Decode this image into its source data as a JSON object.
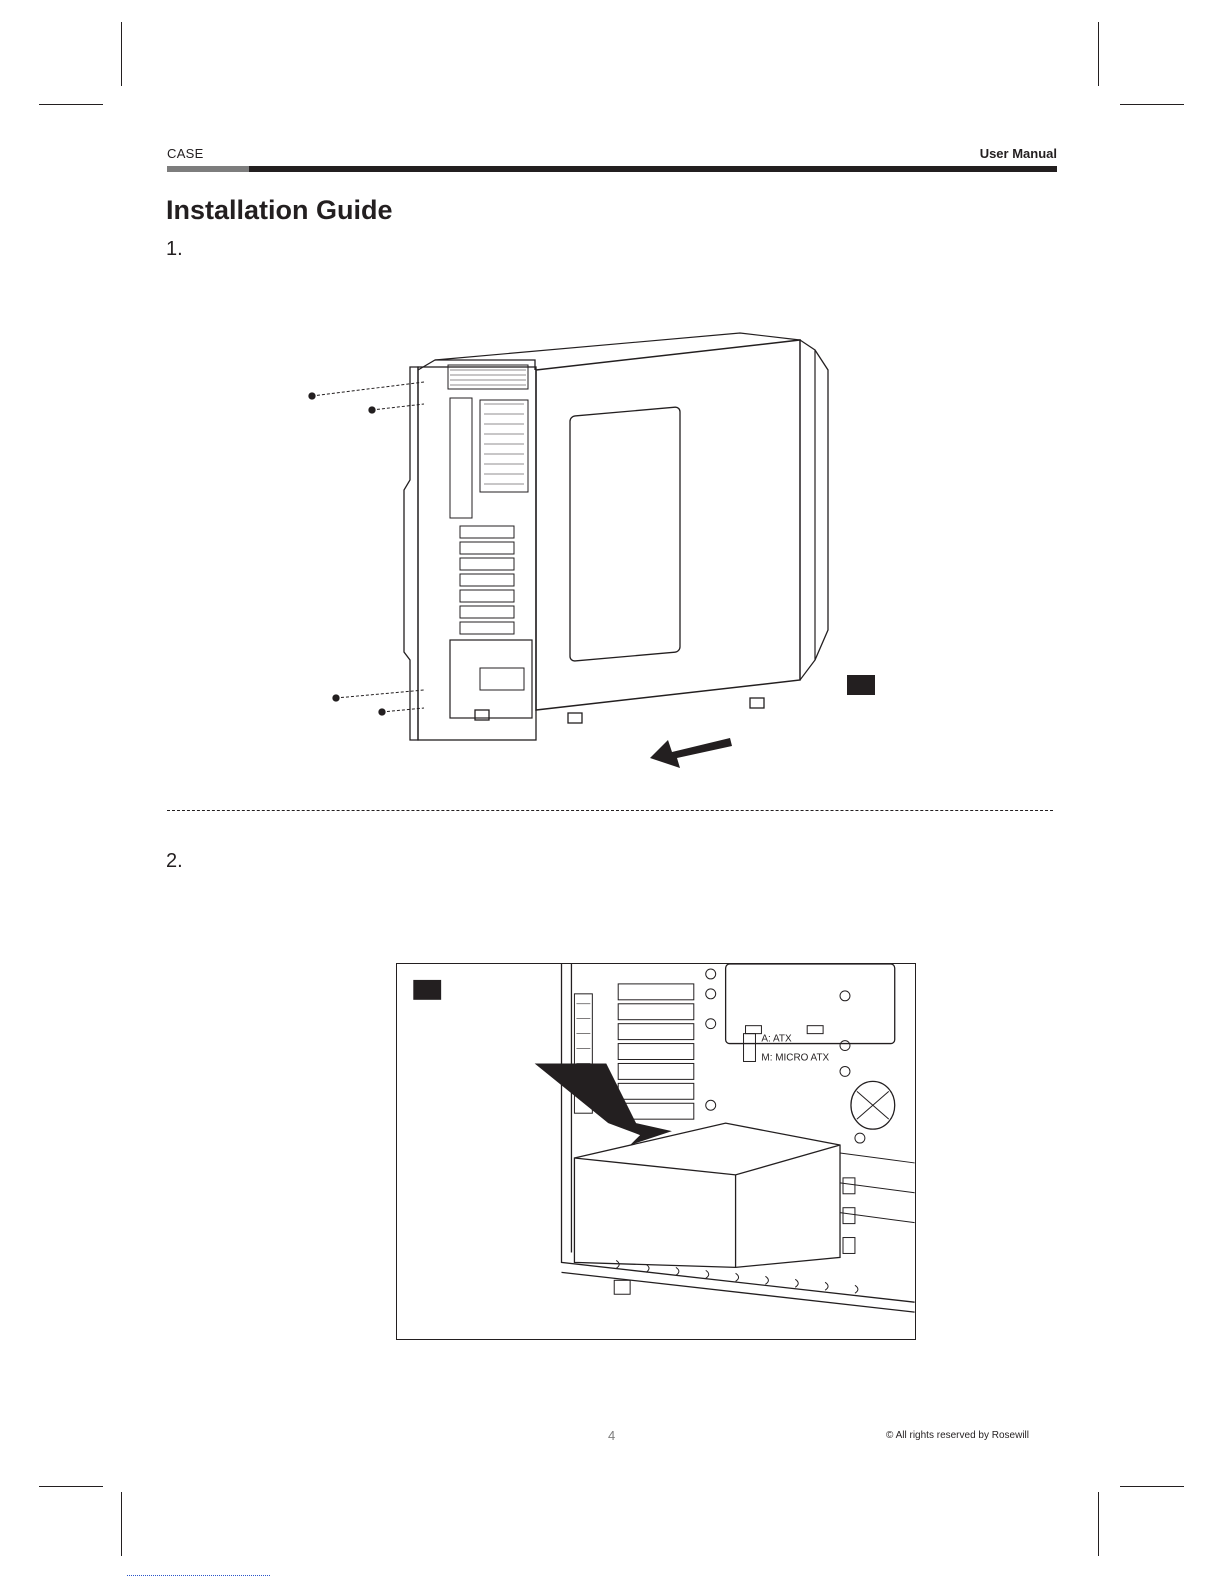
{
  "header": {
    "left": "CASE",
    "right": "User Manual"
  },
  "title": "Installation Guide",
  "steps": [
    {
      "number": "1."
    },
    {
      "number": "2."
    }
  ],
  "figure2": {
    "labels": {
      "atx": "A: ATX",
      "micro": "M: MICRO ATX"
    }
  },
  "footer": {
    "page": "4",
    "copyright": "© All rights reserved by Rosewill"
  }
}
